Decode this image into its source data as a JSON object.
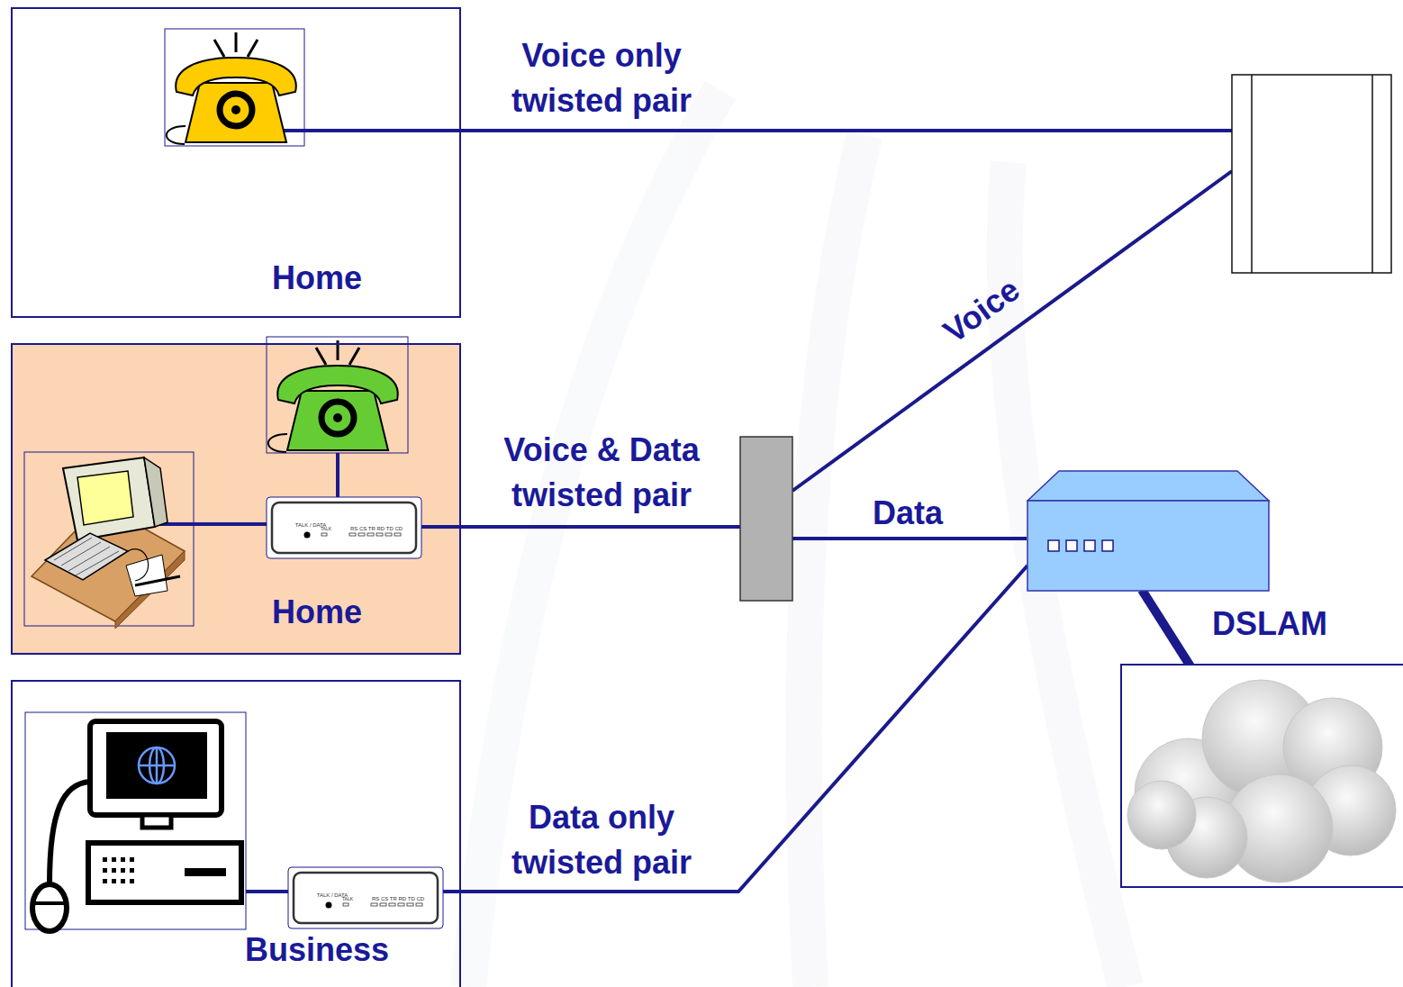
{
  "diagram": {
    "nodes": [
      {
        "text": [
          "Home"
        ]
      },
      {
        "text": [
          "Home"
        ]
      },
      {
        "text": [
          "DSLAM"
        ]
      },
      {
        "text": [
          "Business"
        ]
      }
    ],
    "edges": [
      {
        "from": 3,
        "to": 2,
        "label": "Data only twisted pair",
        "arrow": "none"
      }
    ],
    "labels": [
      "Voice only twisted pair",
      "Voice & Data twisted pair",
      "Voice",
      "Data",
      "TALK / DATA",
      "TALK",
      "RS CS TR RD TD CD",
      "TALK / DATA",
      "TALK",
      "RS CS TR RD TD CD"
    ]
  }
}
